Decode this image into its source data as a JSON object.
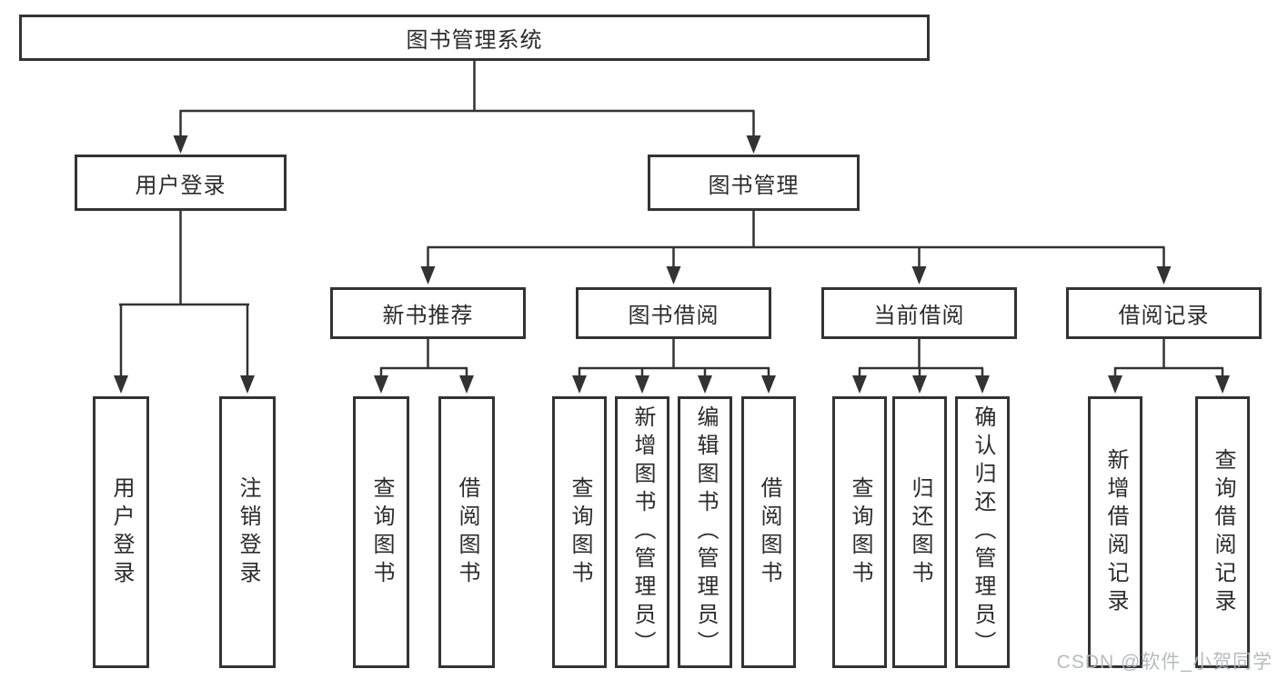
{
  "diagram": {
    "title": "图书管理系统",
    "branches": [
      {
        "label": "用户登录",
        "children": [
          {
            "label": "用户登录"
          },
          {
            "label": "注销登录"
          }
        ]
      },
      {
        "label": "图书管理",
        "children": [
          {
            "label": "新书推荐",
            "children": [
              {
                "label": "查询图书"
              },
              {
                "label": "借阅图书"
              }
            ]
          },
          {
            "label": "图书借阅",
            "children": [
              {
                "label": "查询图书"
              },
              {
                "label": "新增图书（管理员）"
              },
              {
                "label": "编辑图书（管理员）"
              },
              {
                "label": "借阅图书"
              }
            ]
          },
          {
            "label": "当前借阅",
            "children": [
              {
                "label": "查询图书"
              },
              {
                "label": "归还图书"
              },
              {
                "label": "确认归还（管理员）"
              }
            ]
          },
          {
            "label": "借阅记录",
            "children": [
              {
                "label": "新增借阅记录"
              },
              {
                "label": "查询借阅记录"
              }
            ]
          }
        ]
      }
    ]
  },
  "watermark": "CSDN @软件_小贺同学",
  "colors": {
    "box_border": "#333333",
    "connector": "#333333",
    "text": "#2b2b2b",
    "watermark": "#b2b7bc",
    "background": "#ffffff"
  }
}
